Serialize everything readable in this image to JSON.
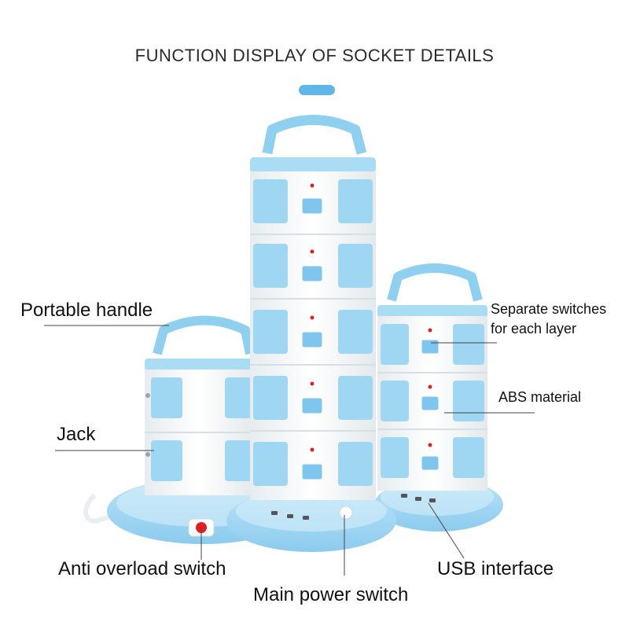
{
  "title": "FUNCTION DISPLAY OF SOCKET DETAILS",
  "colors": {
    "accent": "#5fb6ea",
    "socket_blue": "#9fd6f2",
    "body_white": "#f3f6f8",
    "indicator_red": "#e02020"
  },
  "labels": {
    "portable_handle": "Portable handle",
    "jack": "Jack",
    "anti_overload_switch": "Anti overload switch",
    "main_power_switch": "Main power switch",
    "usb_interface": "USB interface",
    "separate_switches_line1": "Separate switches",
    "separate_switches_line2": "for each layer",
    "abs_material": "ABS material"
  },
  "product": {
    "towers": [
      {
        "name": "left-tower",
        "layers": 2
      },
      {
        "name": "center-tower",
        "layers": 5
      },
      {
        "name": "right-tower",
        "layers": 3
      }
    ]
  }
}
